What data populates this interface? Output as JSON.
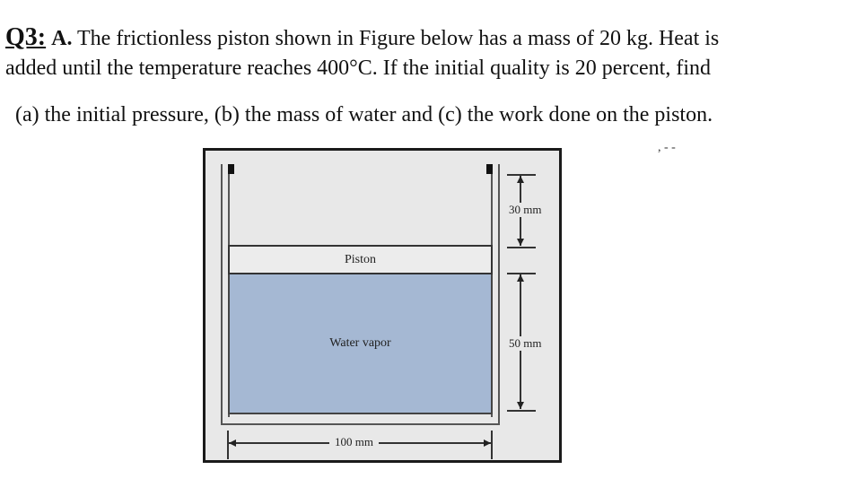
{
  "question": {
    "number_label": "Q3:",
    "part_label": "A.",
    "line1_text": " The frictionless piston shown in Figure below has a mass of 20 kg. Heat is",
    "line2_text": "added until the temperature reaches 400°C. If the initial quality is 20 percent, find",
    "line3_text": "(a) the initial pressure, (b) the mass of water and (c) the work done on the piston."
  },
  "figure": {
    "piston_label": "Piston",
    "vapor_label": "Water vapor",
    "dim_top": "30 mm",
    "dim_side": "50 mm",
    "dim_width": "100 mm",
    "colors": {
      "background": "#e8e8e8",
      "vapor": "#a5b8d3",
      "frame": "#1a1a1a"
    }
  },
  "artifacts": {
    "specks": ",          - -"
  }
}
